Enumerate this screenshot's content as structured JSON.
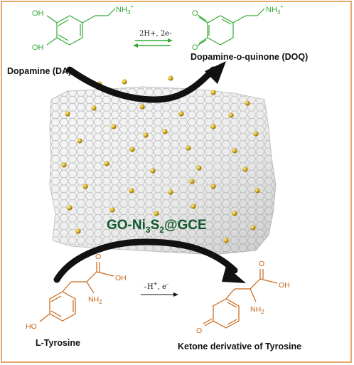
{
  "colors": {
    "frame": "#e6aa6f",
    "dopamine_structure": "#33aa33",
    "tyrosine_structure": "#c86414",
    "electrode_label": "#0f5a2c",
    "nanoparticle": "#c9a21a",
    "arrow": "#111111"
  },
  "top": {
    "dopamine": {
      "oh_top": "OH",
      "oh_bottom": "OH",
      "amine": "NH",
      "amine_sub": "3",
      "amine_sup": "+",
      "name": "Dopamine (DA)"
    },
    "reaction_condition": "2H+, 2e-",
    "quinone": {
      "o_top": "O",
      "o_bottom": "O",
      "amine": "NH",
      "amine_sub": "3",
      "amine_sup": "+",
      "name": "Dopamine-o-quinone  (DOQ)"
    }
  },
  "electrode": {
    "label_main": "GO-Ni",
    "sub1": "3",
    "label_mid": "S",
    "sub2": "2",
    "label_end": "@GCE"
  },
  "bottom": {
    "tyrosine": {
      "oh_ring": "HO",
      "acid_o": "O",
      "acid_oh": "OH",
      "amine": "NH",
      "amine_sub": "2",
      "name": "L-Tyrosine"
    },
    "reaction_condition_a": "–H",
    "reaction_condition_sup": "+",
    "reaction_condition_b": ", e",
    "reaction_condition_sup2": "–",
    "ketone": {
      "o_ring": "O",
      "acid_o": "O",
      "acid_oh": "OH",
      "amine": "NH",
      "amine_sub": "2",
      "name": "Ketone derivative of Tyrosine"
    }
  }
}
